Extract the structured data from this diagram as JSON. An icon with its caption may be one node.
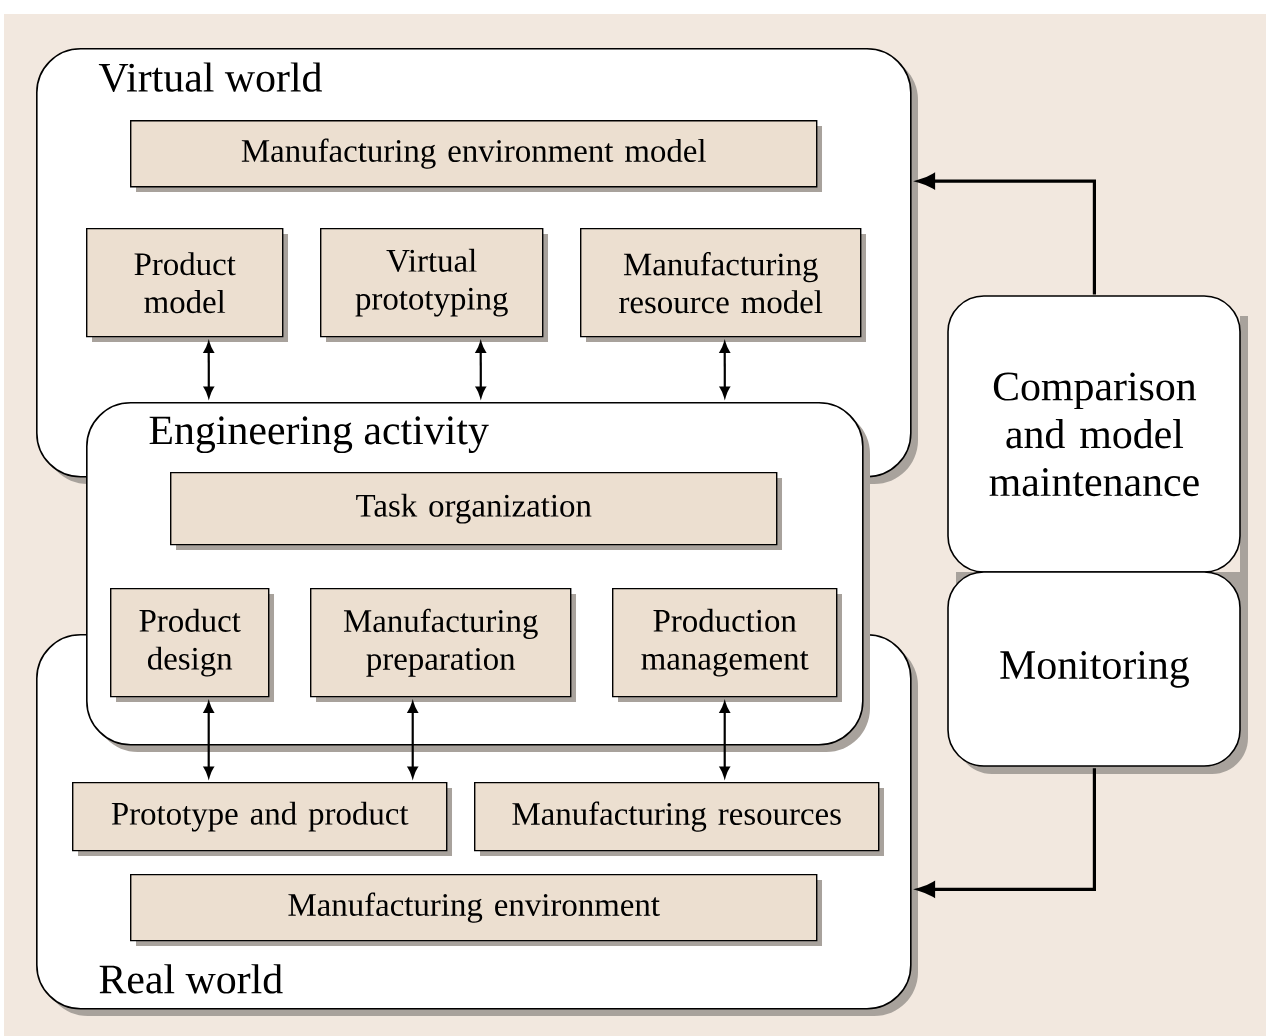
{
  "diagram": {
    "nodes": [
      {
        "text": [
          "Virtual world"
        ]
      },
      {
        "text": [
          "Manufacturing environment model"
        ],
        "in": 0
      },
      {
        "text": [
          "Product model"
        ],
        "in": 0
      },
      {
        "text": [
          "Virtual prototyping"
        ],
        "in": 0
      },
      {
        "text": [
          "Manufacturing resource model"
        ],
        "in": 0
      },
      {
        "text": [
          "Engineering activity"
        ]
      },
      {
        "text": [
          "Task organization"
        ],
        "in": 5
      },
      {
        "text": [
          "Product design"
        ],
        "in": 5
      },
      {
        "text": [
          "Manufacturing preparation"
        ],
        "in": 5
      },
      {
        "text": [
          "Production management"
        ],
        "in": 5
      },
      {
        "text": [
          "Real world"
        ]
      },
      {
        "text": [
          "Prototype and product"
        ],
        "in": 10
      },
      {
        "text": [
          "Manufacturing resources"
        ],
        "in": 10
      },
      {
        "text": [
          "Manufacturing environment"
        ],
        "in": 10
      },
      {
        "text": [
          "Comparison and model maintenance"
        ]
      },
      {
        "text": [
          "Monitoring"
        ]
      }
    ],
    "edges": [
      {
        "from": 2,
        "to": 5,
        "arrow": "both"
      },
      {
        "from": 3,
        "to": 5,
        "arrow": "both"
      },
      {
        "from": 4,
        "to": 5,
        "arrow": "both"
      },
      {
        "from": 7,
        "to": 11,
        "arrow": "both"
      },
      {
        "from": 8,
        "to": 11,
        "arrow": "both"
      },
      {
        "from": 9,
        "to": 12,
        "arrow": "both"
      },
      {
        "from": 14,
        "to": 0,
        "arrow": "to"
      },
      {
        "from": 15,
        "to": 10,
        "arrow": "to"
      }
    ]
  }
}
